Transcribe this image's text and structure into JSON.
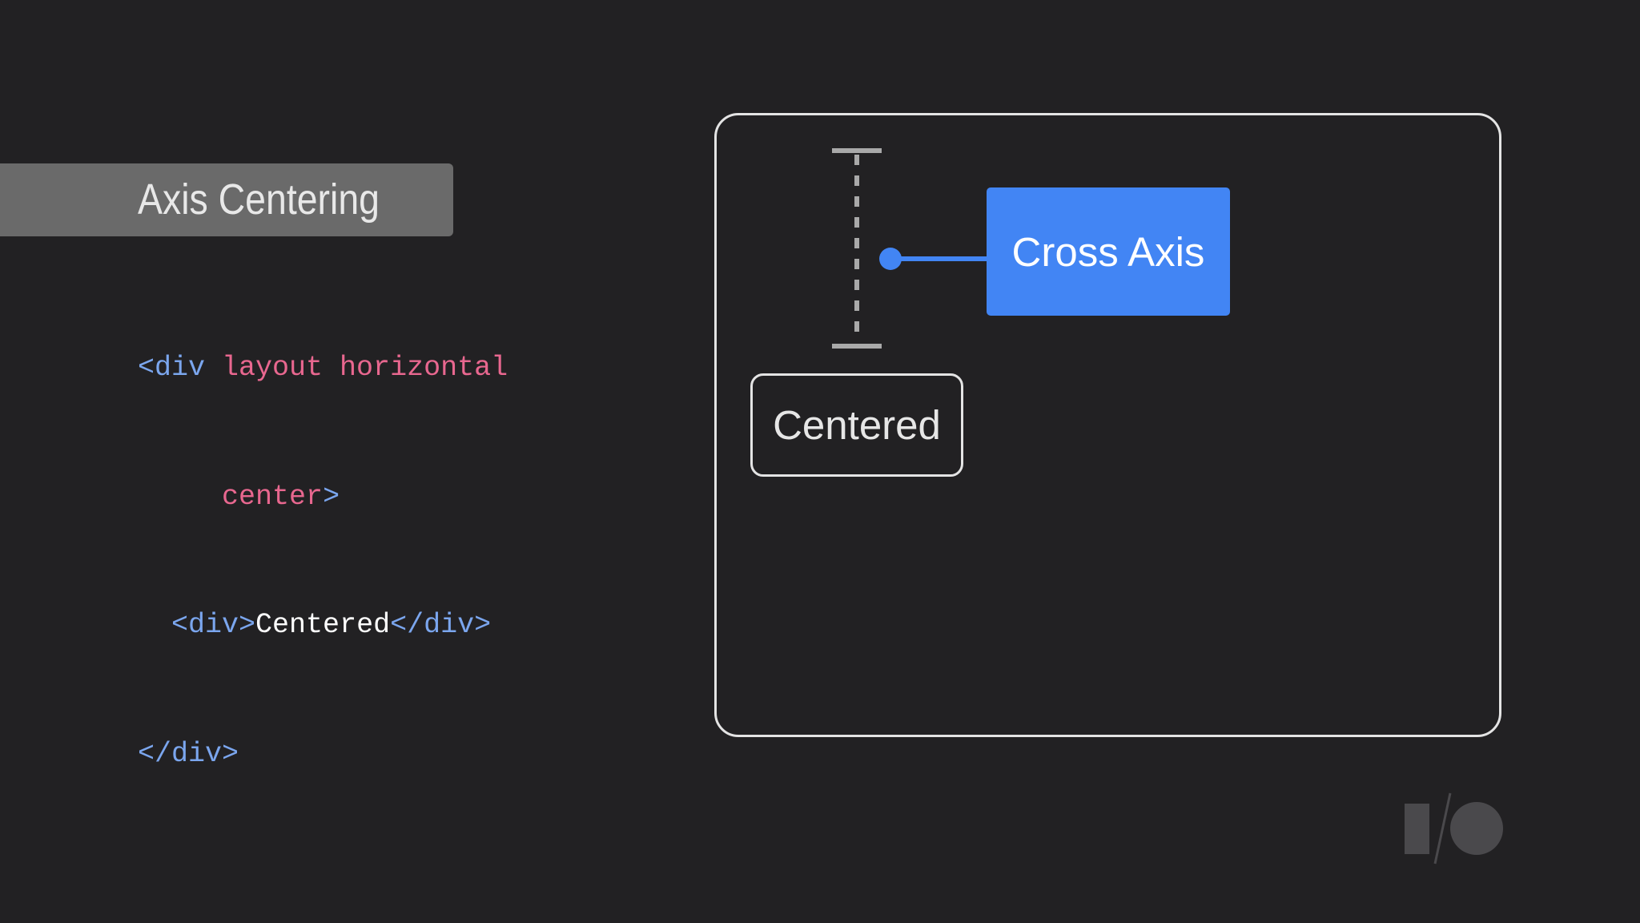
{
  "slide": {
    "title": "Axis Centering",
    "background_color": "#222123"
  },
  "code": {
    "lines": [
      {
        "tokens": [
          {
            "type": "tag",
            "text": "<div "
          },
          {
            "type": "attr",
            "text": "layout horizontal"
          }
        ]
      },
      {
        "tokens": [
          {
            "type": "indent",
            "text": "     "
          },
          {
            "type": "attr",
            "text": "center"
          },
          {
            "type": "tag",
            "text": ">"
          }
        ]
      },
      {
        "tokens": [
          {
            "type": "indent",
            "text": "  "
          },
          {
            "type": "tag",
            "text": "<div>"
          },
          {
            "type": "text",
            "text": "Centered"
          },
          {
            "type": "tag",
            "text": "</div>"
          }
        ]
      },
      {
        "tokens": [
          {
            "type": "tag",
            "text": "</div>"
          }
        ]
      }
    ],
    "colors": {
      "tag": "#7ba6ee",
      "attr": "#e8678f",
      "text": "#ffffff"
    }
  },
  "diagram": {
    "cross_axis_label": "Cross Axis",
    "centered_label": "Centered",
    "accent_color": "#4285f4",
    "axis_marker_color": "#a9a9a9",
    "frame_color": "#e4e4e4"
  },
  "branding": {
    "logo": "google-io-logo"
  }
}
